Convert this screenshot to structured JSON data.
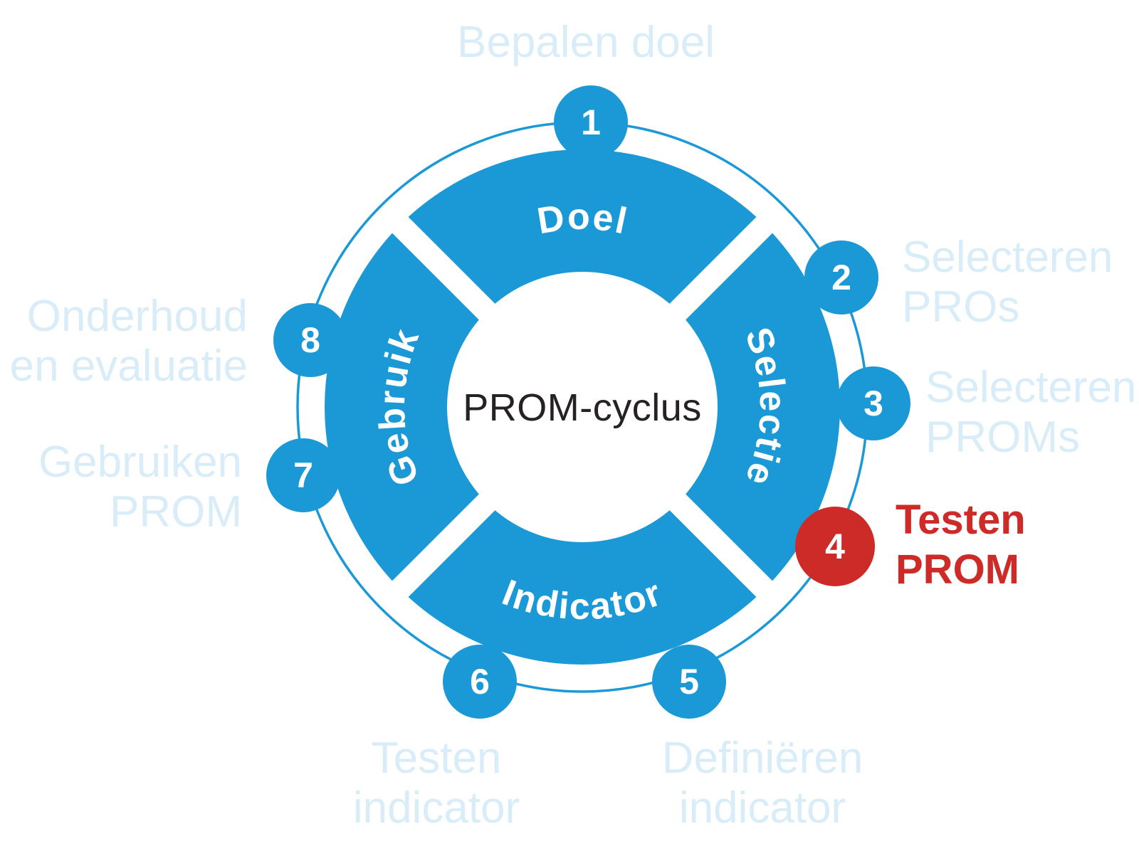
{
  "colors": {
    "blue": "#1a99d6",
    "pale-blue": "#d9edf9",
    "red": "#cd2b27",
    "ink": "#262223"
  },
  "diagram": {
    "center_label": "PROM-cyclus",
    "quadrants": [
      {
        "label": "Doel"
      },
      {
        "label": "Selectie"
      },
      {
        "label": "Indicator"
      },
      {
        "label": "Gebruik"
      }
    ],
    "steps": [
      {
        "n": "1",
        "label": "Bepalen doel",
        "lines": [
          "Bepalen doel"
        ],
        "highlighted": false
      },
      {
        "n": "2",
        "label": "Selecteren PROs",
        "lines": [
          "Selecteren",
          "PROs"
        ],
        "highlighted": false
      },
      {
        "n": "3",
        "label": "Selecteren PROMs",
        "lines": [
          "Selecteren",
          "PROMs"
        ],
        "highlighted": false
      },
      {
        "n": "4",
        "label": "Testen PROM",
        "lines": [
          "Testen",
          "PROM"
        ],
        "highlighted": true
      },
      {
        "n": "5",
        "label": "Definiëren indicator",
        "lines": [
          "Definiëren",
          "indicator"
        ],
        "highlighted": false
      },
      {
        "n": "6",
        "label": "Testen indicator",
        "lines": [
          "Testen",
          "indicator"
        ],
        "highlighted": false
      },
      {
        "n": "7",
        "label": "Gebruiken PROM",
        "lines": [
          "Gebruiken",
          "PROM"
        ],
        "highlighted": false
      },
      {
        "n": "8",
        "label": "Onderhoud en evaluatie",
        "lines": [
          "Onderhoud",
          "en evaluatie"
        ],
        "highlighted": false
      }
    ]
  }
}
